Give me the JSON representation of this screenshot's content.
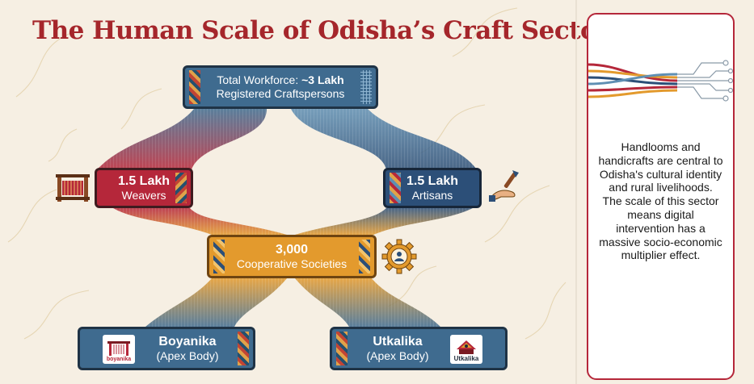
{
  "title": "The Human Scale of Odisha’s Craft Sector",
  "nodes": {
    "total": {
      "line1_prefix": "Total Workforce: ",
      "line1_bold": "~3 Lakh",
      "line2": "Registered Craftspersons"
    },
    "weavers": {
      "value": "1.5 Lakh",
      "label": "Weavers"
    },
    "artisans": {
      "value": "1.5 Lakh",
      "label": "Artisans"
    },
    "cooperatives": {
      "value": "3,000",
      "label": "Cooperative Societies"
    },
    "boyanika": {
      "name": "Boyanika",
      "sub": "(Apex Body)",
      "logo_text": "boyanika"
    },
    "utkalika": {
      "name": "Utkalika",
      "sub": "(Apex Body)",
      "logo_text": "Utkalika"
    }
  },
  "icons": {
    "weavers": "loom-icon",
    "artisans": "hand-brush-icon",
    "cooperatives": "gear-people-icon",
    "sidebar": "threads-circuit-icon"
  },
  "sidebar": {
    "text": "Handlooms and handicrafts are central to Odisha's cultural identity and rural livelihoods. The scale of this sector means digital intervention has a massive socio-economic multiplier effect."
  },
  "colors": {
    "title": "#a5262b",
    "weavers": "#b5273a",
    "artisans": "#2c4f78",
    "cooperatives": "#e39a2d",
    "blue": "#3f6b8f",
    "background": "#f6efe3"
  }
}
